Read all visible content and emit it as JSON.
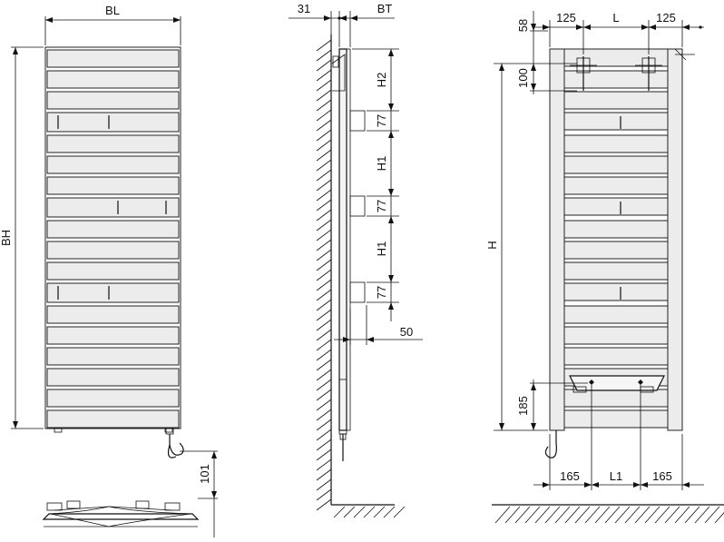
{
  "views": {
    "front": {
      "width_label": "BL",
      "height_label": "BH",
      "bottom_offset": "101"
    },
    "side": {
      "wall_offset": "31",
      "depth_label": "BT",
      "h2_label": "H2",
      "gap_label_1": "77",
      "h1_label_1": "H1",
      "gap_label_2": "77",
      "h1_label_2": "H1",
      "gap_label_3": "77",
      "projection": "50"
    },
    "rear": {
      "left_margin": "125",
      "center_label": "L",
      "right_margin": "125",
      "top_offset": "58",
      "bracket_height": "100",
      "height_label": "H",
      "bottom_bracket": "185",
      "bottom_left": "165",
      "bottom_center": "L1",
      "bottom_right": "165"
    }
  },
  "colors": {
    "line": "#111111",
    "fill": "#ececec"
  }
}
